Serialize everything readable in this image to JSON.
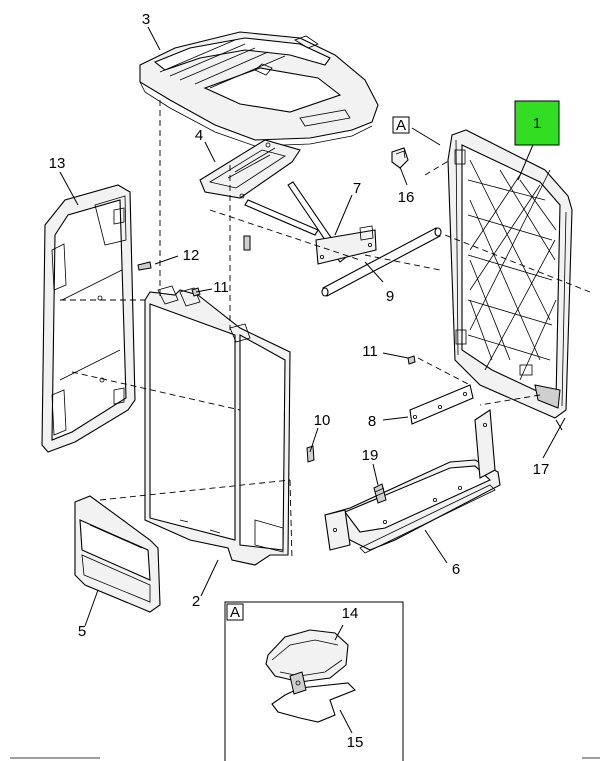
{
  "callouts": {
    "c1": "1",
    "c2": "2",
    "c3": "3",
    "c4": "4",
    "c5": "5",
    "c6": "6",
    "c7": "7",
    "c8": "8",
    "c9": "9",
    "c10": "10",
    "c11a": "11",
    "c11b": "11",
    "c12": "12",
    "c13": "13",
    "c14": "14",
    "c15": "15",
    "c16": "16",
    "c17": "17",
    "c19": "19"
  },
  "detail_refs": {
    "main": "A",
    "inset": "A"
  },
  "colors": {
    "highlight": "#33dd22",
    "ink": "#000000",
    "part_fill": "#f2f2f2"
  }
}
